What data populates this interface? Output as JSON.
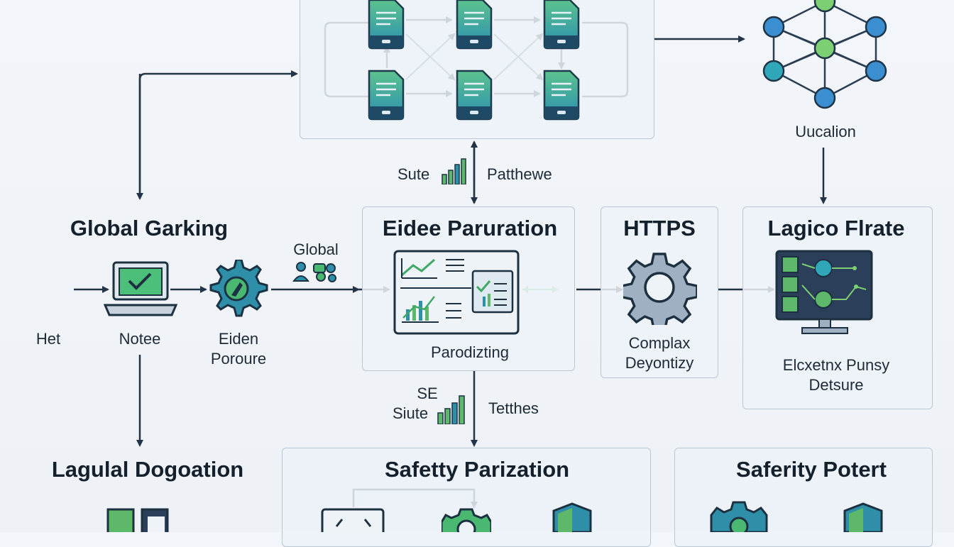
{
  "headings": {
    "global_garking": "Global Garking",
    "eidee_paruration": "Eidee Paruration",
    "https": "HTTPS",
    "lagico_flrate": "Lagico Flrate",
    "lagulal_dogoation": "Lagulal Dogoation",
    "safetty_parization": "Safetty Parization",
    "saferity_potert": "Saferity Potert"
  },
  "labels": {
    "uucalion": "Uucalion",
    "sute": "Sute",
    "patthewe": "Patthewe",
    "global": "Global",
    "het": "Het",
    "notee": "Notee",
    "eiden": "Eiden",
    "poroure": "Poroure",
    "parodizting": "Parodizting",
    "complax": "Complax",
    "deyontizy": "Deyontizy",
    "elcxetnx_punsy": "Elcxetnx Punsy",
    "detsure": "Detsure",
    "se": "SE",
    "siute": "Siute",
    "tetthes": "Tetthes"
  },
  "colors": {
    "accent_green": "#5db86a",
    "accent_teal": "#2f8e9e",
    "accent_blue": "#3f86c6",
    "arrow": "#243447",
    "panel_border": "#b9c6d4"
  },
  "icons": [
    "document-icon",
    "laptop-check-icon",
    "gear-icon",
    "network-graph-icon",
    "dashboard-icon",
    "monitor-dashboard-icon",
    "users-icon",
    "bar-chart-icon",
    "shield-icon"
  ]
}
